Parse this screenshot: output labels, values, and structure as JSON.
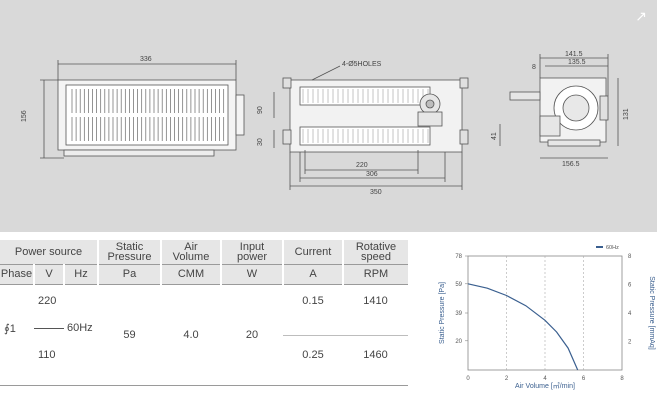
{
  "drawing": {
    "dim_336": "336",
    "dim_156": "156",
    "dim_holes": "4-Ø5HOLES",
    "dim_90": "90",
    "dim_30": "30",
    "dim_220": "220",
    "dim_306": "306",
    "dim_350": "350",
    "dim_141_5": "141.5",
    "dim_135_5": "135.5",
    "dim_8": "8",
    "dim_131": "131",
    "dim_41": "41",
    "dim_156_5": "156.5"
  },
  "table": {
    "headers": {
      "power_source": "Power source",
      "static_pressure": "Static\nPressure",
      "air_volume": "Air\nVolume",
      "input_power": "Input\npower",
      "current": "Current",
      "rotative_speed": "Rotative\nspeed"
    },
    "units": {
      "phase": "Phase",
      "v": "V",
      "hz": "Hz",
      "pa": "Pa",
      "cmm": "CMM",
      "w": "W",
      "a": "A",
      "rpm": "RPM"
    },
    "row": {
      "phase": "∮1",
      "voltage_1": "220",
      "voltage_2": "110",
      "frequency": "60Hz",
      "static_pressure": "59",
      "air_volume": "4.0",
      "input_power": "20",
      "current_1": "0.15",
      "current_2": "0.25",
      "speed_1": "1410",
      "speed_2": "1460"
    }
  },
  "chart_data": {
    "type": "line",
    "legend": "60Hz",
    "legend_position": "top-right",
    "xlabel": "Air Volume [㎥/min]",
    "ylabel_left": "Static Pressure [Pa]",
    "ylabel_right": "Static Pressure [mmAq]",
    "x_ticks": [
      0,
      2,
      4,
      6,
      8
    ],
    "y_ticks_left": [
      20,
      39,
      59,
      78
    ],
    "y_ticks_right": [
      2,
      4,
      6,
      8
    ],
    "xlim": [
      0,
      8
    ],
    "ylim": [
      0,
      78
    ],
    "grid": "vertical dashed",
    "series": [
      {
        "name": "60Hz",
        "color": "#3a5f8f",
        "x": [
          0,
          1,
          2,
          3,
          4,
          4.6,
          5.2,
          5.7
        ],
        "y": [
          59,
          56,
          51,
          44,
          34,
          26,
          15,
          0
        ]
      }
    ]
  }
}
